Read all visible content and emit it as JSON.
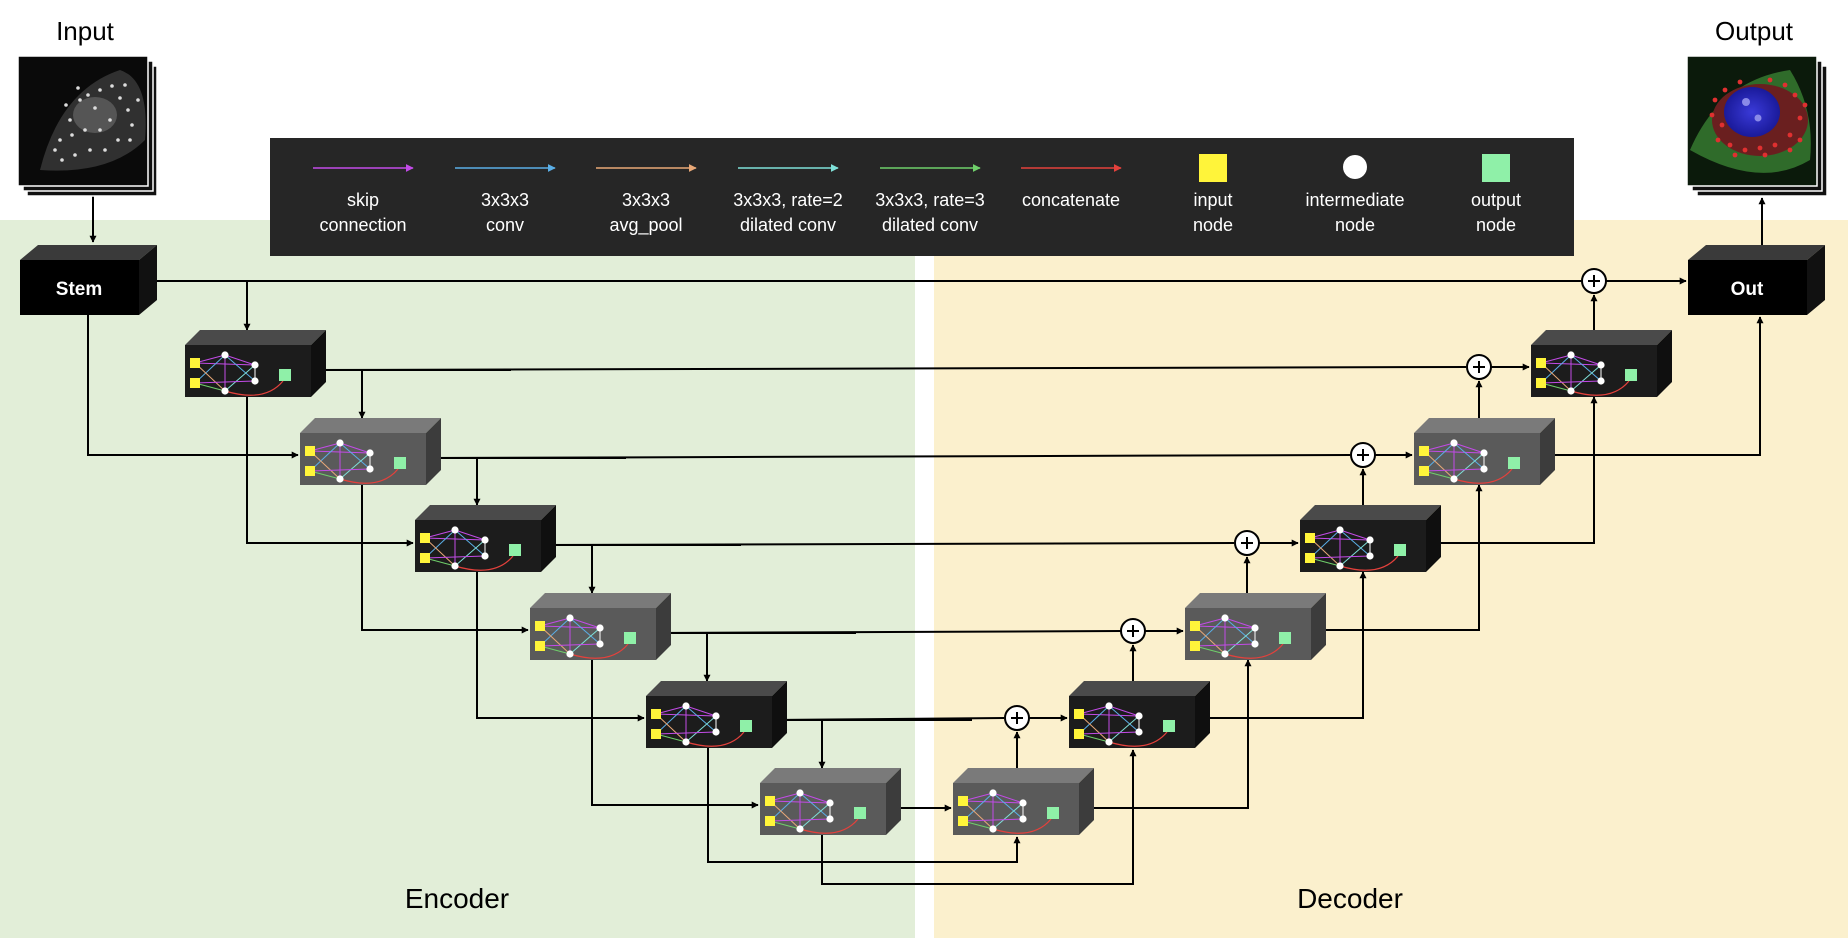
{
  "input_label": "Input",
  "output_label": "Output",
  "encoder_label": "Encoder",
  "decoder_label": "Decoder",
  "stem_label": "Stem",
  "out_label": "Out",
  "colors": {
    "encoder_bg": "#e2eed8",
    "decoder_bg": "#fbf0cd",
    "legend_bg": "#262626",
    "block_dark": "#1c1c1c",
    "block_gray": "#5a5a5a",
    "skip": "#c34be8",
    "conv": "#5aaee6",
    "avg_pool": "#e8a877",
    "dilated2": "#7fe0d8",
    "dilated3": "#6fcf6a",
    "concat": "#e4413c",
    "input_node": "#fff43a",
    "output_node": "#8ff0a8"
  },
  "legend": [
    {
      "kind": "arrow",
      "color_key": "skip",
      "line1": "skip",
      "line2": "connection"
    },
    {
      "kind": "arrow",
      "color_key": "conv",
      "line1": "3x3x3",
      "line2": "conv"
    },
    {
      "kind": "arrow",
      "color_key": "avg_pool",
      "line1": "3x3x3",
      "line2": "avg_pool"
    },
    {
      "kind": "arrow",
      "color_key": "dilated2",
      "line1": "3x3x3, rate=2",
      "line2": "dilated conv"
    },
    {
      "kind": "arrow",
      "color_key": "dilated3",
      "line1": "3x3x3, rate=3",
      "line2": "dilated conv"
    },
    {
      "kind": "arrow",
      "color_key": "concat",
      "line1": "concatenate",
      "line2": ""
    },
    {
      "kind": "square",
      "color_key": "input_node",
      "line1": "input",
      "line2": "node"
    },
    {
      "kind": "circle",
      "color_key": "",
      "line1": "intermediate",
      "line2": "node"
    },
    {
      "kind": "square",
      "color_key": "output_node",
      "line1": "output",
      "line2": "node"
    }
  ],
  "encoder_cells": [
    {
      "name": "encoder-cell-1",
      "shade": "dark"
    },
    {
      "name": "encoder-cell-2",
      "shade": "gray"
    },
    {
      "name": "encoder-cell-3",
      "shade": "dark"
    },
    {
      "name": "encoder-cell-4",
      "shade": "gray"
    },
    {
      "name": "encoder-cell-5",
      "shade": "dark"
    },
    {
      "name": "encoder-cell-6",
      "shade": "gray"
    }
  ],
  "decoder_cells": [
    {
      "name": "decoder-cell-1",
      "shade": "gray"
    },
    {
      "name": "decoder-cell-2",
      "shade": "dark"
    },
    {
      "name": "decoder-cell-3",
      "shade": "gray"
    },
    {
      "name": "decoder-cell-4",
      "shade": "dark"
    },
    {
      "name": "decoder-cell-5",
      "shade": "gray"
    },
    {
      "name": "decoder-cell-6",
      "shade": "dark"
    }
  ]
}
